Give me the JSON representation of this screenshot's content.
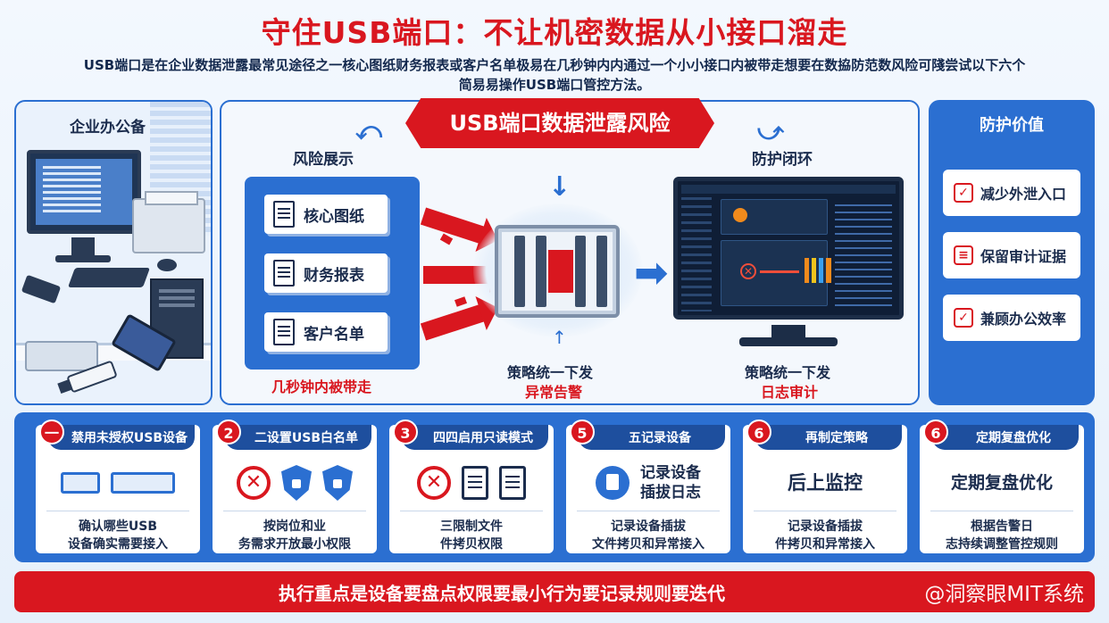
{
  "title": "守住USB端口：不让机密数据从小接口溜走",
  "subtitle": "USB端口是在企业数据泄露最常见途径之一核心图纸财务报表或客户名单极易在几秒钟内内通过一个小小接口内被带走想要在数拹防范数风险可䧖尝试以下六个简易易操作USB端口管控方法。",
  "left_panel": {
    "title": "企业办公备"
  },
  "center_panel": {
    "banner": "USB端口数据泄露风险",
    "risk_label": "风险展示",
    "loop_label": "防护闭环",
    "risk_items": [
      "核心图纸",
      "财务报表",
      "客户名单"
    ],
    "risk_footer": "几秒钟内被带走",
    "gate_caption_1": "策略统一下发",
    "gate_caption_2": "异常告警",
    "monitor_caption_1": "策略统一下发",
    "monitor_caption_2": "日志审计"
  },
  "right_panel": {
    "title": "防护价值",
    "items": [
      {
        "label": "减少外泄入口",
        "icon": "checkbox-icon"
      },
      {
        "label": "保留审计证据",
        "icon": "audit-icon"
      },
      {
        "label": "兼顾办公效率",
        "icon": "shield-check-icon"
      }
    ]
  },
  "steps": [
    {
      "num": "一",
      "title": "禁用未授权USB设备",
      "desc_line1": "确认哪些USB",
      "desc_line2": "设备确实需要接入"
    },
    {
      "num": "2",
      "title": "二设置USB白名单",
      "desc_line1": "按岗位和业",
      "desc_line2": "务需求开放最小权限"
    },
    {
      "num": "3",
      "title": "四四启用只读模式",
      "desc_line1": "三限制文件",
      "desc_line2": "件拷贝权限"
    },
    {
      "num": "5",
      "title": "五记录设备",
      "big_line1": "记录设备",
      "big_line2": "插拔日志",
      "desc_line1": "记录设备插拔",
      "desc_line2": "文件拷贝和异常接入"
    },
    {
      "num": "6",
      "title": "再制定策略",
      "big_line1": "后上监控",
      "desc_line1": "记录设备插拔",
      "desc_line2": "件拷贝和异常接入"
    },
    {
      "num": "6",
      "title": "定期复盘优化",
      "big_line1": "定期复盘优化",
      "desc_line1": "根据告警日",
      "desc_line2": "志持续调整管控规则"
    }
  ],
  "footer": {
    "text": "执行重点是设备要盘点权限要最小行为要记录规则要迭代",
    "watermark": "@洞察眼MIT系统"
  }
}
